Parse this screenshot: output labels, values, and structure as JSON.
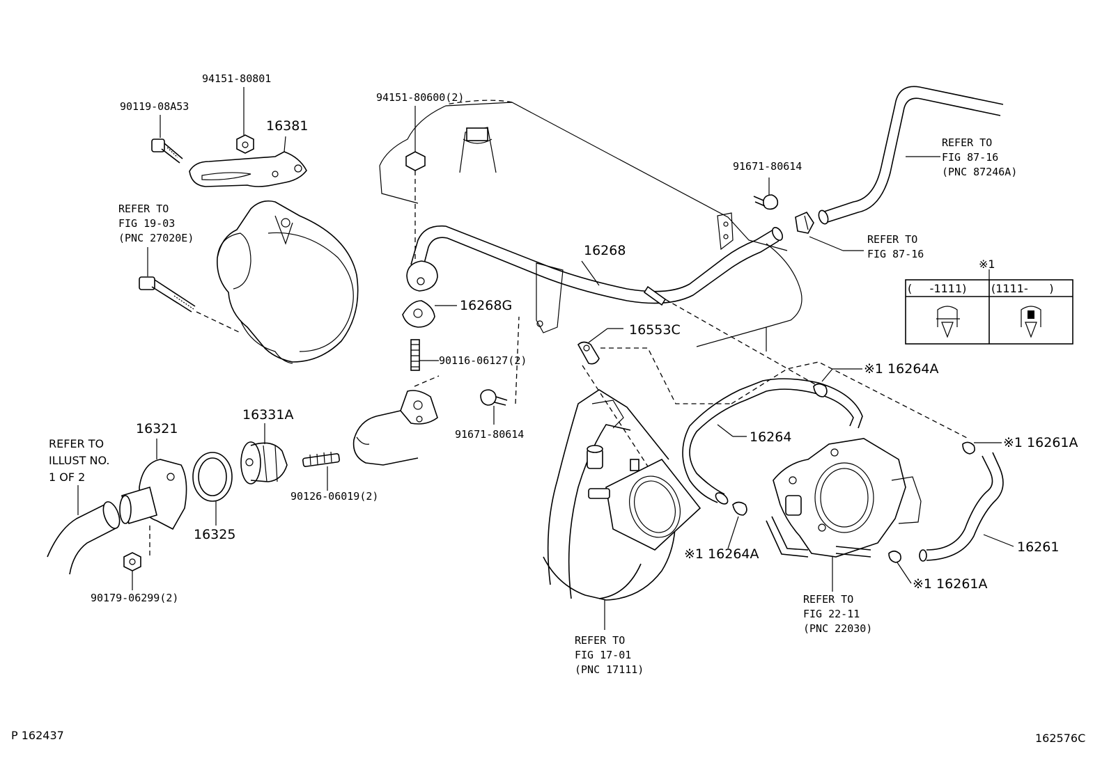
{
  "parts": {
    "p94151_80801": "94151-80801",
    "p90119_08A53": "90119-08A53",
    "p16381": "16381",
    "p94151_80600": "94151-80600(2)",
    "p91671_80614_top": "91671-80614",
    "p16268": "16268",
    "p16268G": "16268G",
    "p90116_06127": "90116-06127(2)",
    "p16553C": "16553C",
    "p91671_80614_mid": "91671-80614",
    "p16264A_top": "※1 16264A",
    "p16264": "16264",
    "p16261A_top": "※1 16261A",
    "p16261": "16261",
    "p16264A_bot": "※1 16264A",
    "p16261A_bot": "※1 16261A",
    "p16321": "16321",
    "p16331A": "16331A",
    "p16325": "16325",
    "p90126_06019": "90126-06019(2)",
    "p90179_06299": "90179-06299(2)"
  },
  "refs": {
    "fig19": [
      "REFER TO",
      "FIG 19-03",
      "(PNC 27020E)"
    ],
    "fig87a": [
      "REFER TO",
      "FIG 87-16",
      "(PNC 87246A)"
    ],
    "fig87b": [
      "REFER TO",
      "FIG 87-16"
    ],
    "illust": [
      "REFER TO",
      "ILLUST NO.",
      "1 OF 2"
    ],
    "fig17": [
      "REFER TO",
      "FIG 17-01",
      "(PNC 17111)"
    ],
    "fig22": [
      "REFER TO",
      "FIG 22-11",
      "(PNC 22030)"
    ]
  },
  "legend": {
    "mark": "※1",
    "col1": "(     -1111)",
    "col2": "(1111-      )"
  },
  "footer": {
    "left": "P 162437",
    "right": "162576C"
  }
}
